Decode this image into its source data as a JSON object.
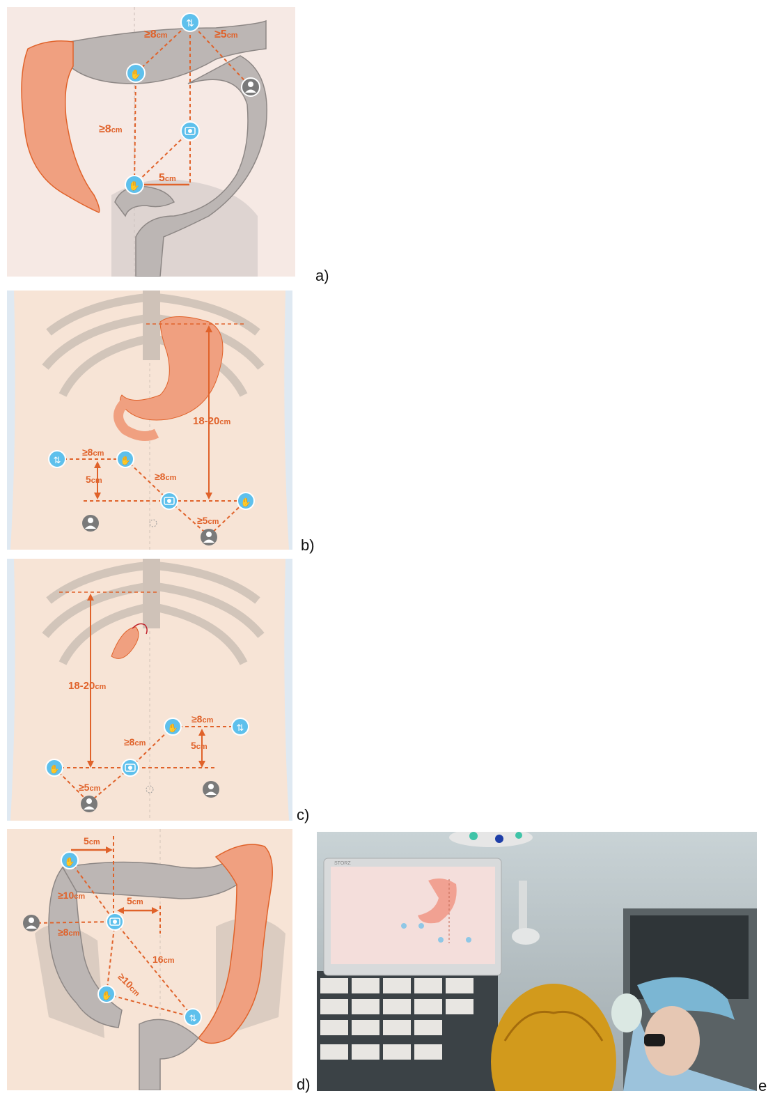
{
  "panels": {
    "a": {
      "label": "a)",
      "measurements": {
        "top_left": "≥8",
        "top_right": "≥5",
        "left": "≥8",
        "bottom": "5"
      },
      "unit": "cm"
    },
    "b": {
      "label": "b)",
      "measurements": {
        "vertical_long": "18-20",
        "top": "≥8",
        "left_vertical": "5",
        "diagonal": "≥8",
        "bottom": "≥5"
      },
      "unit": "cm"
    },
    "c": {
      "label": "c)",
      "measurements": {
        "vertical_long": "18-20",
        "top": "≥8",
        "right_vertical": "5",
        "diagonal": "≥8",
        "bottom": "≥5"
      },
      "unit": "cm"
    },
    "d": {
      "label": "d)",
      "measurements": {
        "top": "5",
        "left_upper": "≥10",
        "middle": "5",
        "left_lower": "≥8",
        "diagonal": "16",
        "lower": "≥10"
      },
      "unit": "cm"
    },
    "e": {
      "label": "e",
      "monitor_brand": "STORZ"
    }
  },
  "colors": {
    "orange": "#e0622a",
    "port_blue": "#5ec0ec",
    "surgeon_gray": "#7a7a7a",
    "skin": "#f7e4d6",
    "organ_red": "#f0a080",
    "colon_gray": "#b9b5b3"
  },
  "icons": [
    "camera-port-icon",
    "hand-port-icon",
    "retractor-port-icon",
    "surgeon-icon"
  ]
}
